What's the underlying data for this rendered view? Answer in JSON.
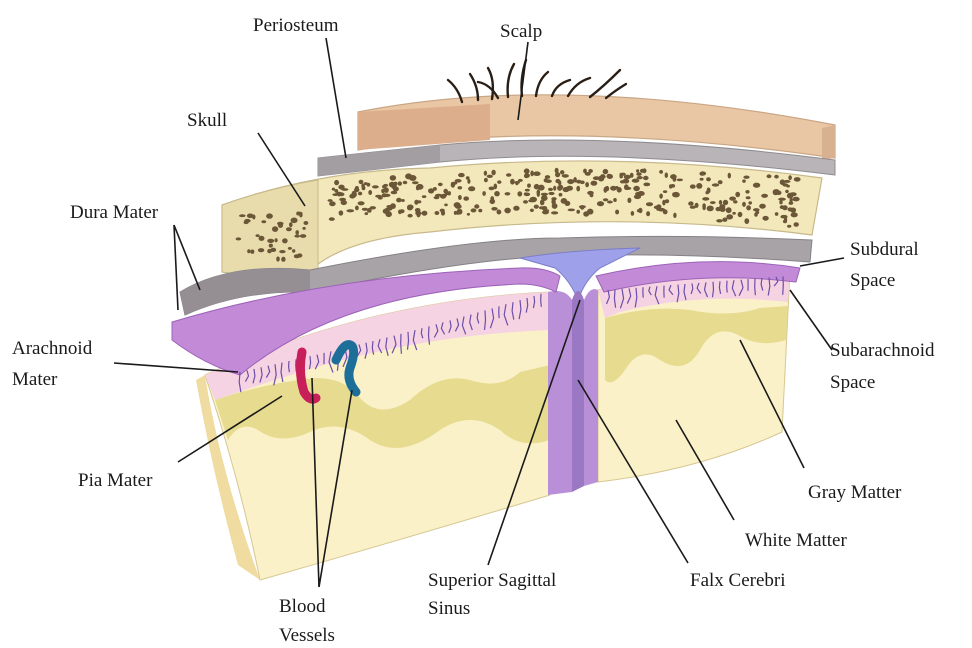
{
  "labels": {
    "periosteum": "Periosteum",
    "scalp": "Scalp",
    "skull": "Skull",
    "dura_mater": "Dura Mater",
    "subdural_line1": "Subdural",
    "subdural_line2": "Space",
    "arachnoid_line1": "Arachnoid",
    "arachnoid_line2": "Mater",
    "subarachnoid_line1": "Subarachnoid",
    "subarachnoid_line2": "Space",
    "pia_mater": "Pia Mater",
    "gray_matter": "Gray Matter",
    "white_matter": "White Matter",
    "blood_line1": "Blood",
    "blood_line2": "Vessels",
    "sinus_line1": "Superior Sagittal",
    "sinus_line2": "Sinus",
    "falx_cerebri": "Falx Cerebri"
  },
  "colors": {
    "scalp": "#e8c4a2",
    "skull": "#f1e6b8",
    "bone_spots": "#6b5637",
    "periosteum": "#b2aeb0",
    "dura": "#9e9a9e",
    "arachnoid": "#c48ad8",
    "pia": "#f3cde0",
    "gray_matter": "#e4d98c",
    "white_matter": "#fbf0c6",
    "sinus": "#9e9fe8",
    "artery": "#c81e5a",
    "vein": "#1e6e9a"
  }
}
